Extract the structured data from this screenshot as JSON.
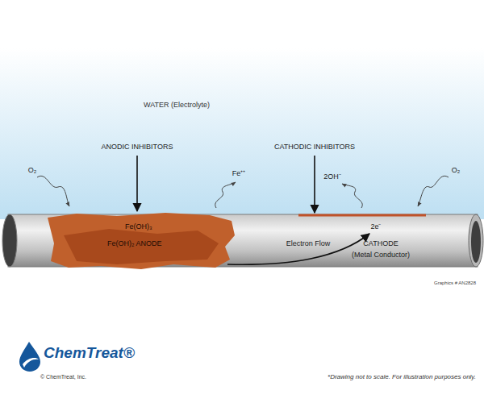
{
  "diagram": {
    "nodes": [
      {
        "text": [
          "WATER (Electrolyte)"
        ]
      },
      {
        "text": [
          "Fe(OH)₃",
          "Fe(OH)₂ ANODE"
        ]
      }
    ],
    "labels": [
      "ANODIC INHIBITORS",
      "CATHODIC INHIBITORS",
      "O₂",
      "Fe⁺⁺",
      "2OH⁻",
      "O₂",
      "Electron Flow",
      "2e⁻",
      "CATHODE",
      "(Metal Conductor)",
      "Graphics # AN2828",
      "ChemTreat®",
      "© ChemTreat, Inc.",
      "*Drawing not to scale. For illustration purposes only."
    ]
  }
}
